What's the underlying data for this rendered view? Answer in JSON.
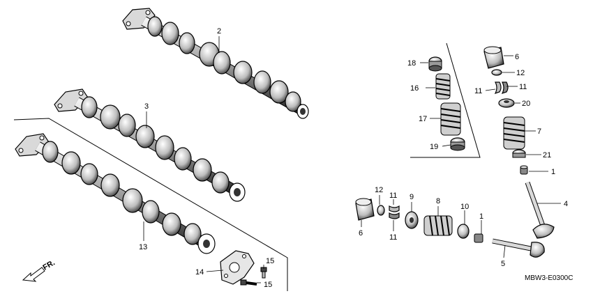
{
  "diagram": {
    "callouts": {
      "c2": "2",
      "c3": "3",
      "c13": "13",
      "c14": "14",
      "c15a": "15",
      "c15b": "15",
      "c18": "18",
      "c16": "16",
      "c17": "17",
      "c19": "19",
      "c6a": "6",
      "c12a": "12",
      "c11a": "11",
      "c11b": "11",
      "c20": "20",
      "c7": "7",
      "c21": "21",
      "c1a": "1",
      "c4": "4",
      "c12b": "12",
      "c11c": "11",
      "c11d": "11",
      "c6b": "6",
      "c9": "9",
      "c8": "8",
      "c10": "10",
      "c1b": "1",
      "c5": "5"
    },
    "direction_label": "FR.",
    "diagram_code": "MBW3-E0300C"
  }
}
